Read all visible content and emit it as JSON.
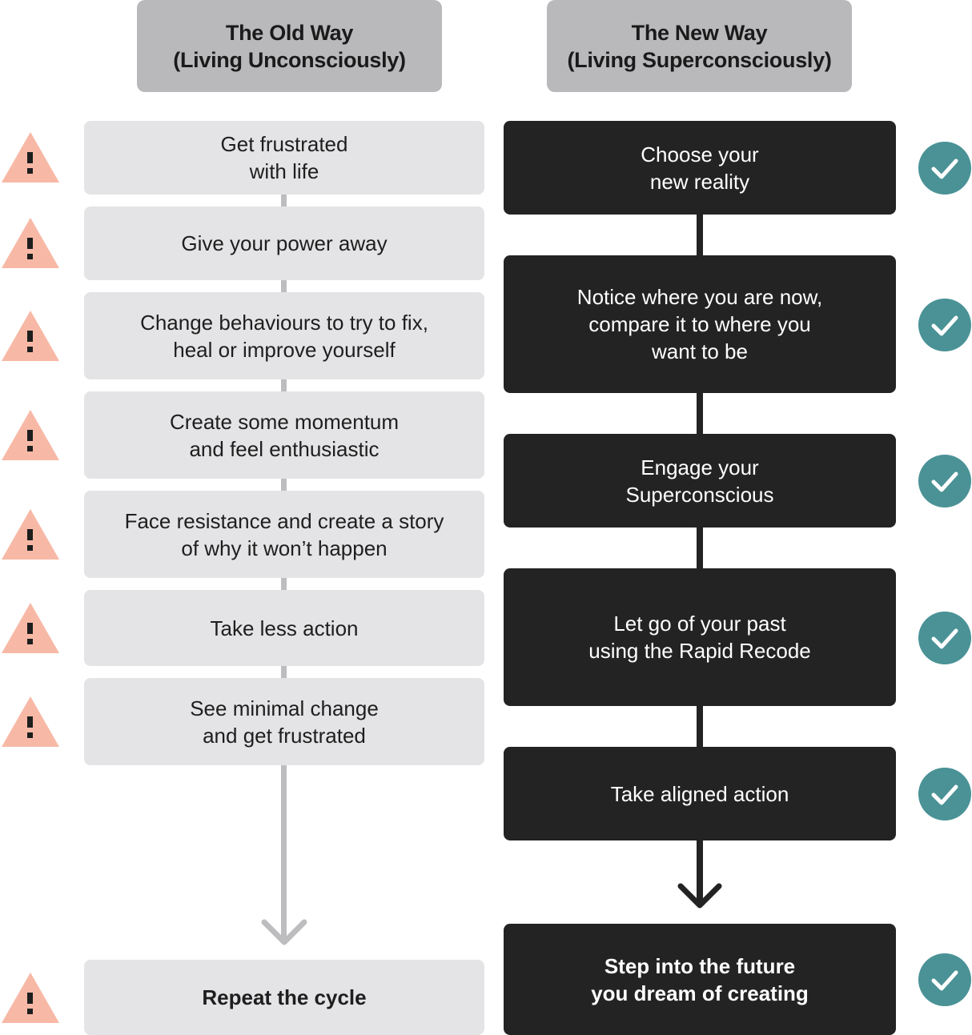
{
  "headers": {
    "old": [
      "The Old Way",
      "(Living Unconsciously)"
    ],
    "new": [
      "The New Way",
      "(Living Superconsciously)"
    ]
  },
  "old_steps": [
    [
      "Get frustrated",
      "with life"
    ],
    [
      "Give your power away"
    ],
    [
      "Change behaviours to try to fix,",
      "heal or improve yourself"
    ],
    [
      "Create some momentum",
      "and feel enthusiastic"
    ],
    [
      "Face resistance and create a story",
      "of why it won’t happen"
    ],
    [
      "Take less action"
    ],
    [
      "See minimal change",
      "and get frustrated"
    ]
  ],
  "old_final": [
    "Repeat the cycle"
  ],
  "new_steps": [
    [
      "Choose your",
      "new reality"
    ],
    [
      "Notice where you are now,",
      "compare it to where you",
      "want to be"
    ],
    [
      "Engage your",
      "Superconscious"
    ],
    [
      "Let go of your past",
      "using the Rapid Recode"
    ],
    [
      "Take aligned action"
    ]
  ],
  "new_final": [
    "Step into the future",
    "you dream of creating"
  ],
  "icons": {
    "warning": "warning-triangle-icon",
    "check": "check-circle-icon"
  },
  "colors": {
    "header_bg": "#b9b9bc",
    "old_box": "#e4e4e6",
    "new_box": "#232323",
    "warning": "#f7b9a6",
    "check": "#4a9296"
  }
}
